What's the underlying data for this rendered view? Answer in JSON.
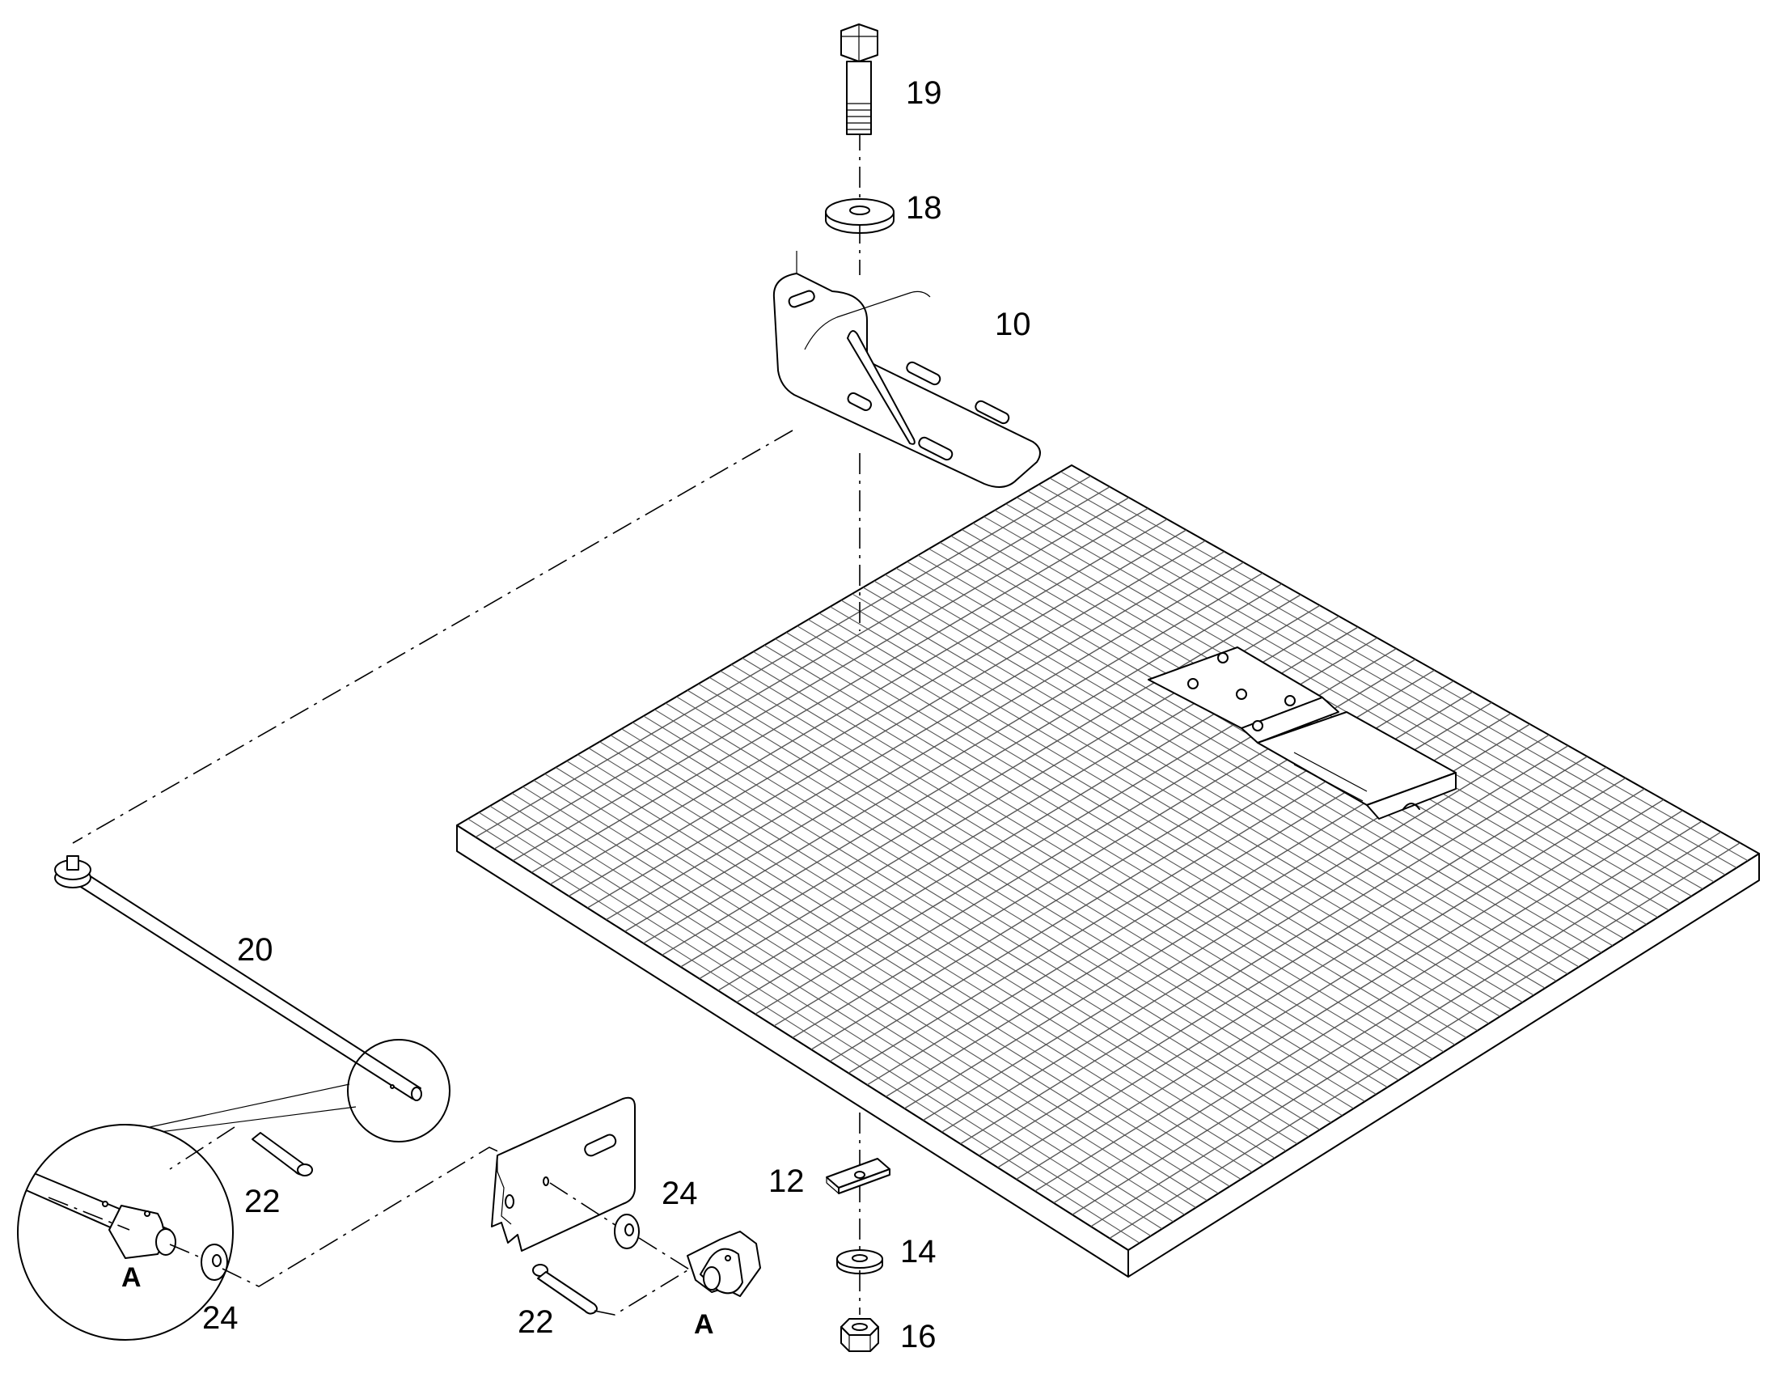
{
  "callouts": {
    "c19": "19",
    "c18": "18",
    "c10": "10",
    "c20": "20",
    "c22a": "22",
    "c22b": "22",
    "c24a": "24",
    "c24b": "24",
    "c12": "12",
    "c14": "14",
    "c16": "16"
  },
  "detail_markers": {
    "a1": "A",
    "a2": "A"
  }
}
